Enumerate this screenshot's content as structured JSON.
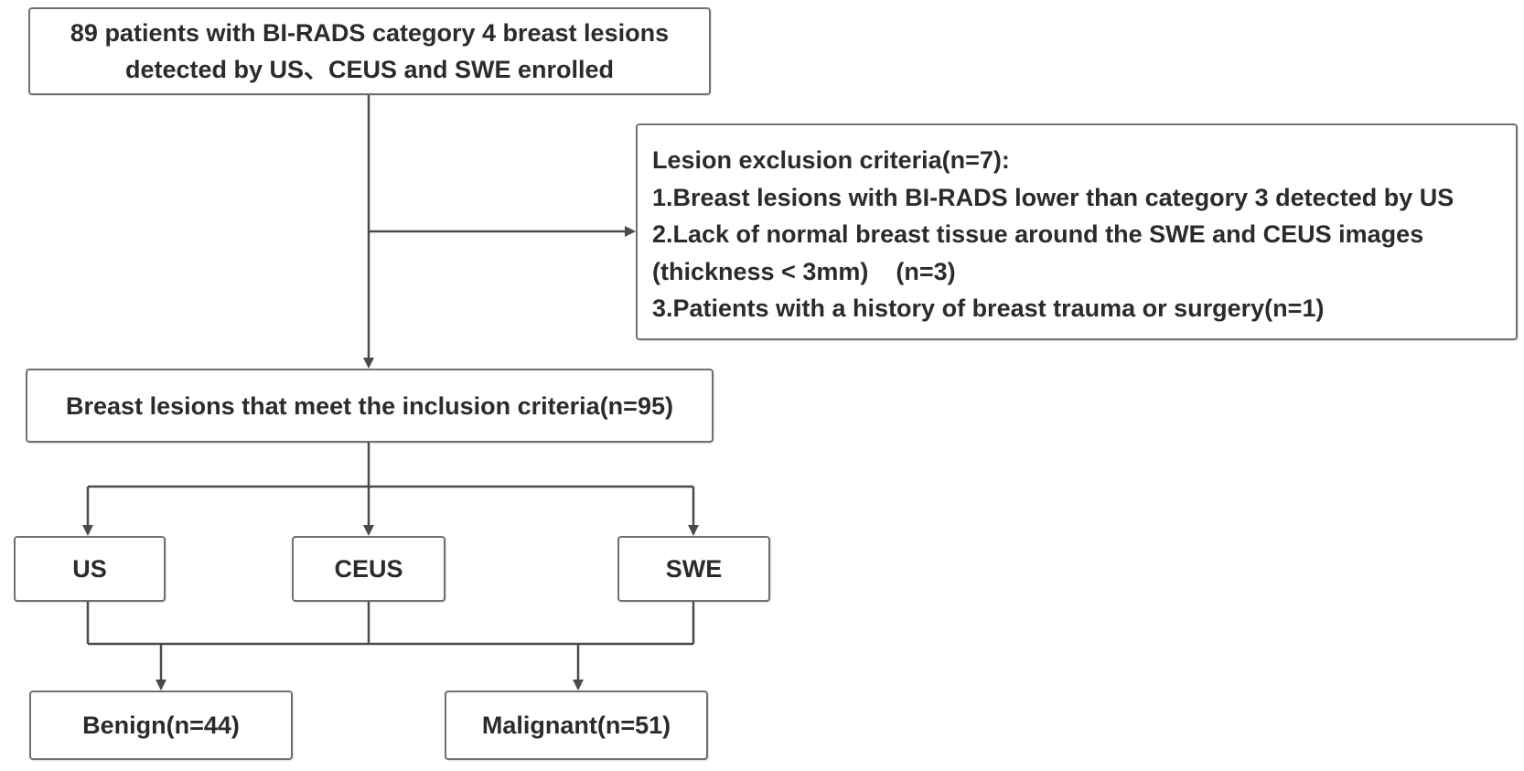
{
  "flowchart": {
    "enrolled": {
      "line1": "89 patients with BI-RADS category 4 breast lesions",
      "line2": "detected by US、CEUS and SWE enrolled"
    },
    "exclusion": {
      "title": "Lesion exclusion criteria(n=7):",
      "item1": "1.Breast lesions with BI-RADS lower than category 3 detected by US",
      "item2_line1": "2.Lack of normal breast tissue around the SWE and CEUS images",
      "item2_line2": "(thickness < 3mm)    (n=3)",
      "item3": "3.Patients with a history of breast trauma or surgery(n=1)"
    },
    "included": "Breast lesions that meet the inclusion criteria(n=95)",
    "modalities": [
      "US",
      "CEUS",
      "SWE"
    ],
    "outcomes": {
      "benign": "Benign(n=44)",
      "malignant": "Malignant(n=51)"
    }
  },
  "colors": {
    "line": "#4a4a4a",
    "box_border": "#6f6f6f",
    "text": "#2b2b2b"
  }
}
